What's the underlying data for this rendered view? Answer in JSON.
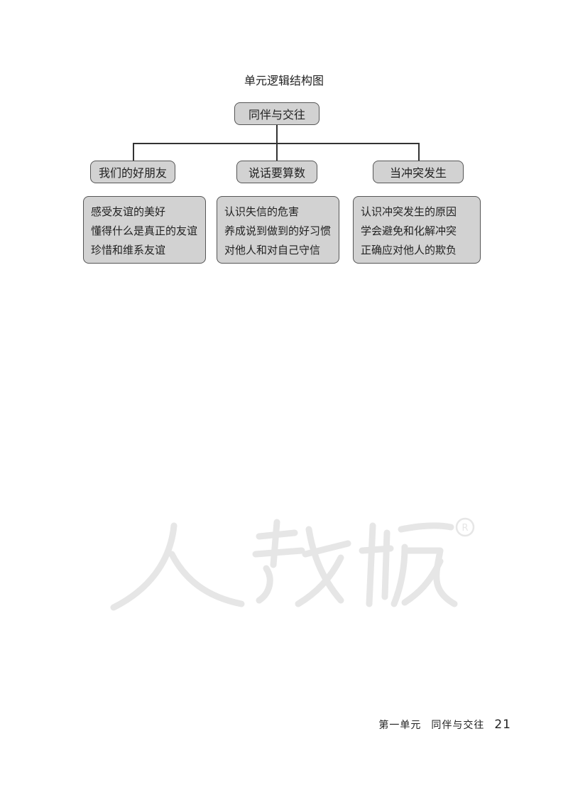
{
  "diagram": {
    "title": "单元逻辑结构图",
    "root": "同伴与交往",
    "branches": [
      {
        "label": "我们的好朋友",
        "items": [
          "感受友谊的美好",
          "懂得什么是真正的友谊",
          "珍惜和维系友谊"
        ]
      },
      {
        "label": "说话要算数",
        "items": [
          "认识失信的危害",
          "养成说到做到的好习惯",
          "对他人和对自己守信"
        ]
      },
      {
        "label": "当冲突发生",
        "items": [
          "认识冲突发生的原因",
          "学会避免和化解冲突",
          "正确应对他人的欺负"
        ]
      }
    ]
  },
  "watermark": {
    "text": "人教版"
  },
  "footer": {
    "unit": "第一单元",
    "topic": "同伴与交往",
    "page_number": "21"
  }
}
